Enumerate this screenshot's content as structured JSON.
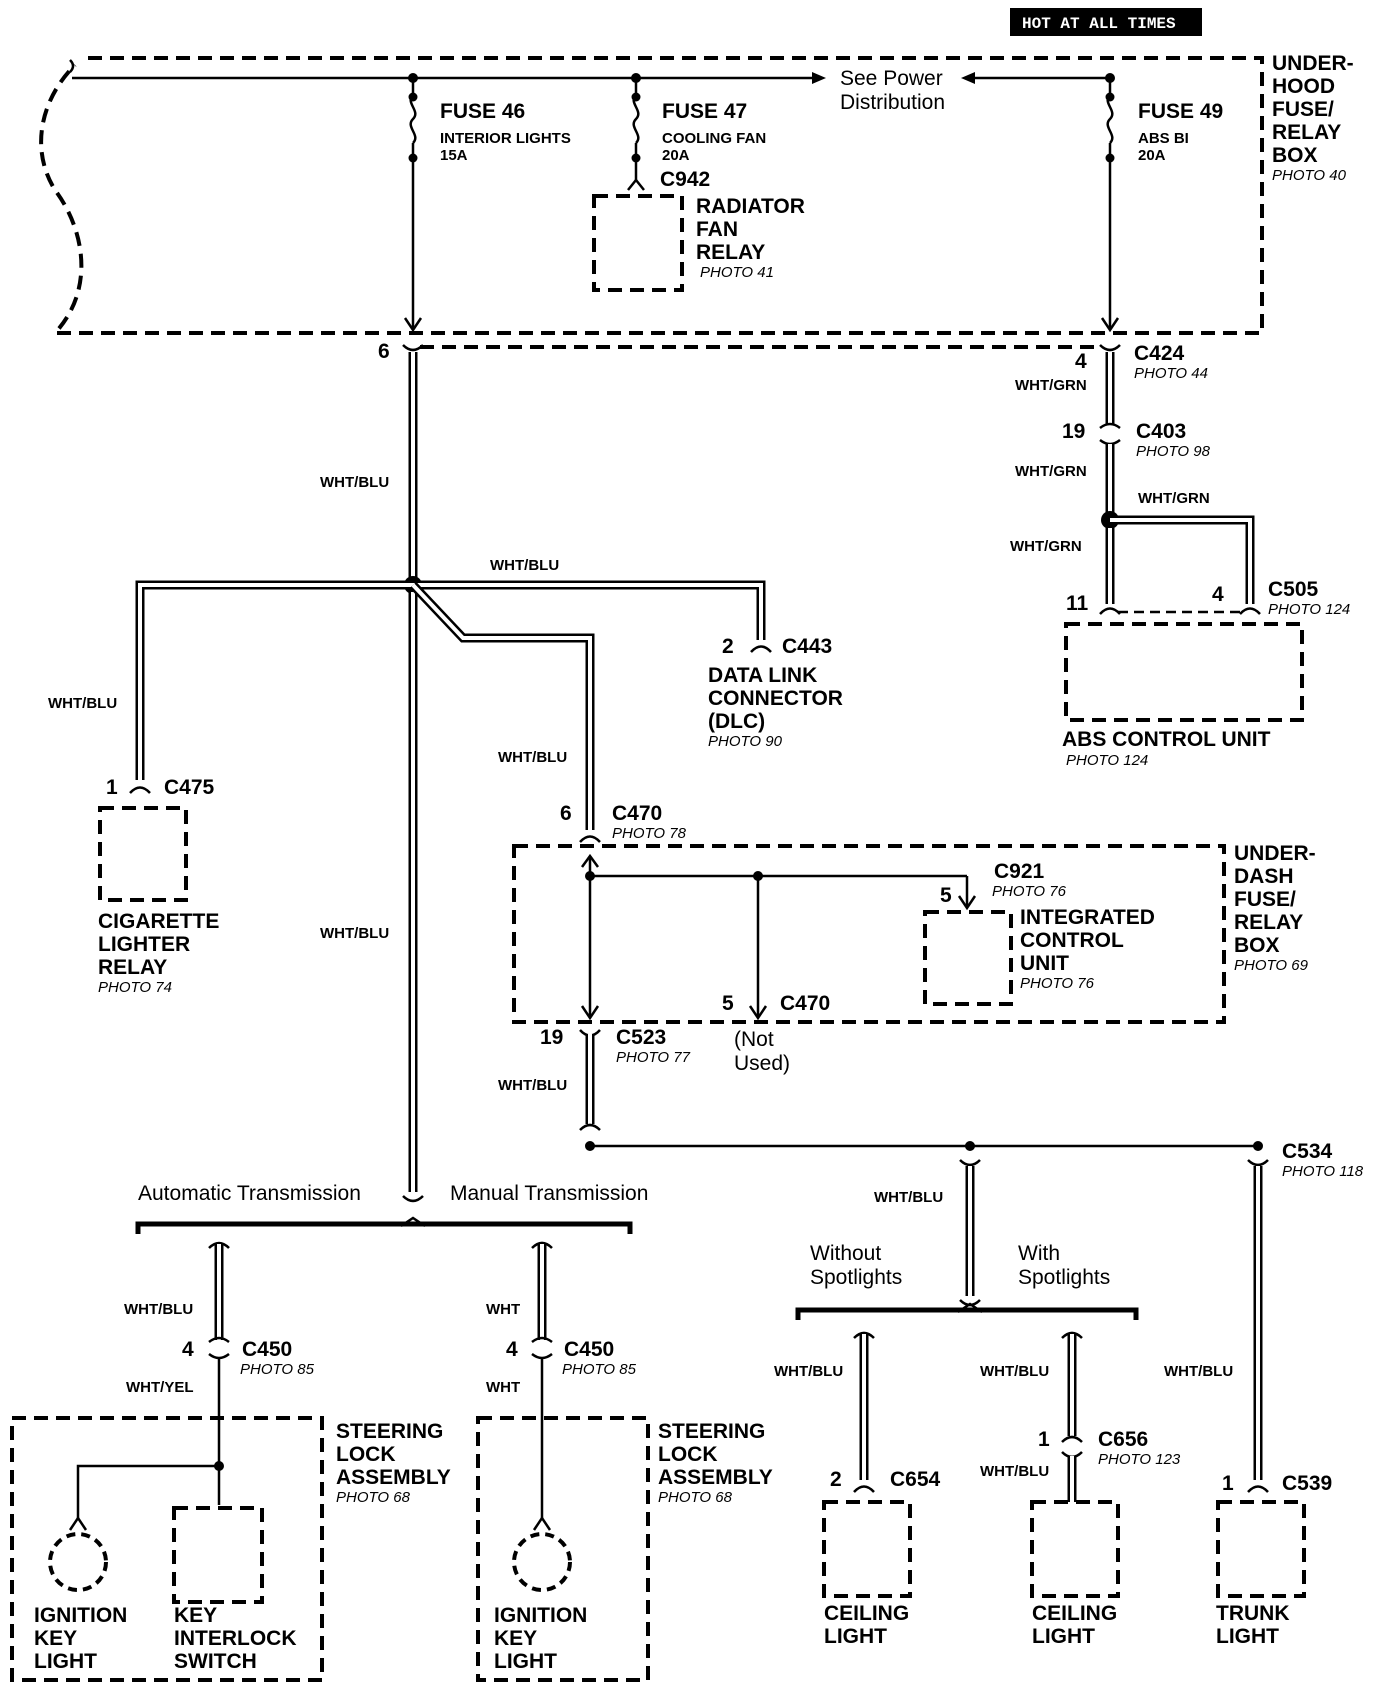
{
  "header": {
    "hot_label": "HOT AT ALL TIMES"
  },
  "underhood": {
    "box_label": [
      "UNDER-",
      "HOOD",
      "FUSE/",
      "RELAY",
      "BOX"
    ],
    "box_photo": "PHOTO 40",
    "power_ref": [
      "See Power",
      "Distribution"
    ],
    "fuse46": {
      "name": "FUSE 46",
      "desc": "INTERIOR LIGHTS",
      "amps": "15A"
    },
    "fuse47": {
      "name": "FUSE 47",
      "desc": "COOLING FAN",
      "amps": "20A"
    },
    "fuse49": {
      "name": "FUSE 49",
      "desc": "ABS BI",
      "amps": "20A"
    },
    "c942": "C942",
    "radiator_relay": {
      "label": [
        "RADIATOR",
        "FAN",
        "RELAY"
      ],
      "photo": "PHOTO 41"
    }
  },
  "left_branch": {
    "pin6": "6",
    "wire1": "WHT/BLU",
    "wire2": "WHT/BLU",
    "wire3": "WHT/BLU",
    "wire_top": "WHT/BLU"
  },
  "cigarette": {
    "pin": "1",
    "conn": "C475",
    "label": [
      "CIGARETTE",
      "LIGHTER",
      "RELAY"
    ],
    "photo": "PHOTO 74"
  },
  "dlc": {
    "pin": "2",
    "conn": "C443",
    "label": [
      "DATA LINK",
      "CONNECTOR",
      "(DLC)"
    ],
    "photo": "PHOTO 90"
  },
  "abs": {
    "c424": {
      "pin": "4",
      "conn": "C424",
      "photo": "PHOTO 44"
    },
    "c403": {
      "pin": "19",
      "conn": "C403",
      "photo": "PHOTO 98"
    },
    "wire1": "WHT/GRN",
    "wire2": "WHT/GRN",
    "wire3": "WHT/GRN",
    "wire4": "WHT/GRN",
    "c505": {
      "pin_a": "11",
      "pin_b": "4",
      "conn": "C505",
      "photo": "PHOTO 124"
    },
    "unit": {
      "label": "ABS CONTROL UNIT",
      "photo": "PHOTO 124"
    }
  },
  "underdash": {
    "c470_top": {
      "pin": "6",
      "conn": "C470",
      "photo": "PHOTO 78"
    },
    "wire_in": "WHT/BLU",
    "c921": {
      "pin": "5",
      "conn": "C921",
      "photo": "PHOTO 76"
    },
    "icu": {
      "label": [
        "INTEGRATED",
        "CONTROL",
        "UNIT"
      ],
      "photo": "PHOTO 76"
    },
    "c470_bottom": {
      "pin": "5",
      "conn": "C470",
      "note": [
        "(Not",
        "Used)"
      ]
    },
    "box_label": [
      "UNDER-",
      "DASH",
      "FUSE/",
      "RELAY",
      "BOX"
    ],
    "box_photo": "PHOTO 69",
    "c523": {
      "pin": "19",
      "conn": "C523",
      "photo": "PHOTO 77"
    },
    "wire_out": "WHT/BLU"
  },
  "lights": {
    "c534": {
      "conn": "C534",
      "photo": "PHOTO 118"
    },
    "wire_main": "WHT/BLU",
    "without": [
      "Without",
      "Spotlights"
    ],
    "with": [
      "With",
      "Spotlights"
    ],
    "ceiling1": {
      "wire": "WHT/BLU",
      "pin": "2",
      "conn": "C654",
      "label": [
        "CEILING",
        "LIGHT"
      ]
    },
    "ceiling2": {
      "wire1": "WHT/BLU",
      "pin": "1",
      "conn": "C656",
      "photo": "PHOTO 123",
      "wire2": "WHT/BLU",
      "label": [
        "CEILING",
        "LIGHT"
      ]
    },
    "trunk": {
      "wire": "WHT/BLU",
      "pin": "1",
      "conn": "C539",
      "label": [
        "TRUNK",
        "LIGHT"
      ]
    }
  },
  "steering": {
    "auto_label": "Automatic Transmission",
    "manual_label": "Manual Transmission",
    "auto": {
      "wire1": "WHT/BLU",
      "pin": "4",
      "conn": "C450",
      "photo": "PHOTO 85",
      "wire2": "WHT/YEL",
      "box_label": [
        "STEERING",
        "LOCK",
        "ASSEMBLY"
      ],
      "box_photo": "PHOTO 68",
      "ign_label": [
        "IGNITION",
        "KEY",
        "LIGHT"
      ],
      "switch_label": [
        "KEY",
        "INTERLOCK",
        "SWITCH"
      ]
    },
    "manual": {
      "wire1": "WHT",
      "pin": "4",
      "conn": "C450",
      "photo": "PHOTO 85",
      "wire2": "WHT",
      "box_label": [
        "STEERING",
        "LOCK",
        "ASSEMBLY"
      ],
      "box_photo": "PHOTO 68",
      "ign_label": [
        "IGNITION",
        "KEY",
        "LIGHT"
      ]
    }
  }
}
